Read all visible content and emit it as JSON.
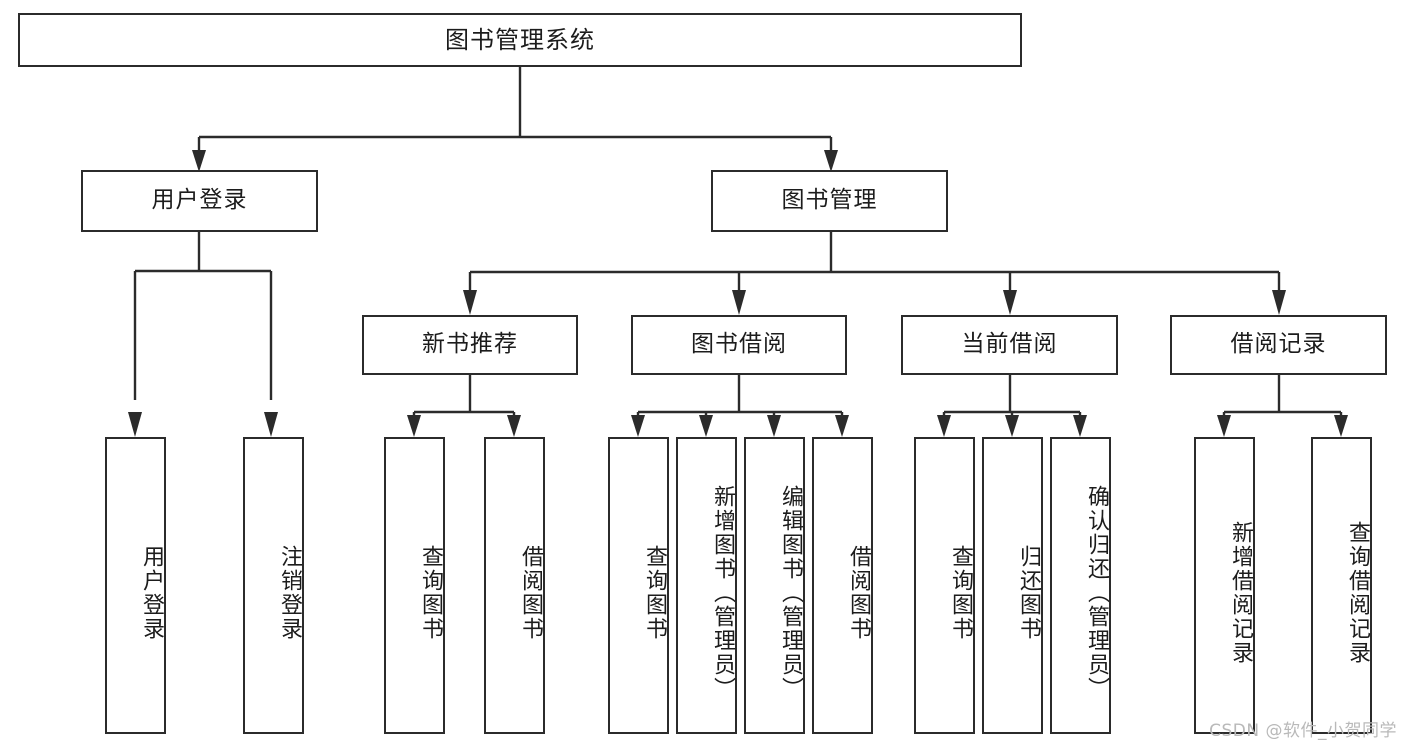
{
  "diagram": {
    "type": "tree-hierarchy",
    "title": "图书管理系统",
    "watermark": "CSDN @软件_小贺同学",
    "colors": {
      "stroke": "#2b2b2b",
      "fill": "#ffffff",
      "text": "#1c1c1c",
      "watermark": "#b9b9b9"
    },
    "nodes": {
      "root": {
        "label": "图书管理系统"
      },
      "level2": [
        {
          "label": "用户登录"
        },
        {
          "label": "图书管理"
        }
      ],
      "level3": [
        {
          "label": "新书推荐"
        },
        {
          "label": "图书借阅"
        },
        {
          "label": "当前借阅"
        },
        {
          "label": "借阅记录"
        }
      ],
      "leaves": {
        "user_login": [
          {
            "label": "用户登录"
          },
          {
            "label": "注销登录"
          }
        ],
        "new_book_recommend": [
          {
            "label": "查询图书"
          },
          {
            "label": "借阅图书"
          }
        ],
        "book_borrow": [
          {
            "label": "查询图书"
          },
          {
            "label": "新增图书（管理员）"
          },
          {
            "label": "编辑图书（管理员）"
          },
          {
            "label": "借阅图书"
          }
        ],
        "current_borrow": [
          {
            "label": "查询图书"
          },
          {
            "label": "归还图书"
          },
          {
            "label": "确认归还（管理员）"
          }
        ],
        "borrow_record": [
          {
            "label": "新增借阅记录"
          },
          {
            "label": "查询借阅记录"
          }
        ]
      }
    }
  }
}
